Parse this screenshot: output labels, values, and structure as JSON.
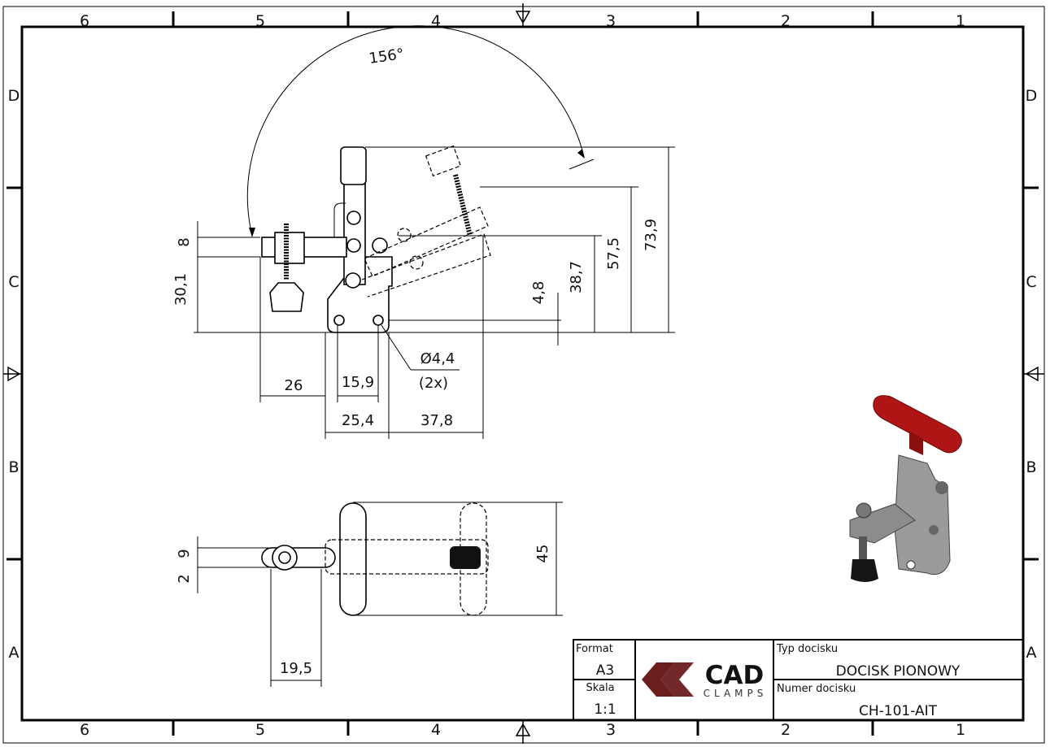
{
  "sheet": {
    "columns": [
      "6",
      "5",
      "4",
      "3",
      "2",
      "1"
    ],
    "rows": [
      "D",
      "C",
      "B",
      "A"
    ]
  },
  "dimensions": {
    "angle": "156°",
    "d_8": "8",
    "d_30_1": "30,1",
    "d_4_8": "4,8",
    "d_38_7": "38,7",
    "d_57_5": "57,5",
    "d_73_9": "73,9",
    "hole_dia": "Ø4,4",
    "hole_count": "(2x)",
    "d_26": "26",
    "d_15_9": "15,9",
    "d_25_4": "25,4",
    "d_37_8": "37,8",
    "d_45": "45",
    "d_9": "9",
    "d_2": "2",
    "d_19_5": "19,5"
  },
  "title_block": {
    "format_label": "Format",
    "format_value": "A3",
    "scale_label": "Skala",
    "scale_value": "1:1",
    "logo_main": "CAD",
    "logo_sub": "CLAMPS",
    "type_label": "Typ docisku",
    "type_value": "DOCISK PIONOWY",
    "number_label": "Numer docisku",
    "number_value": "CH-101-AIT"
  },
  "colors": {
    "logo": "#6b1e1e",
    "handle": "#b01515"
  }
}
